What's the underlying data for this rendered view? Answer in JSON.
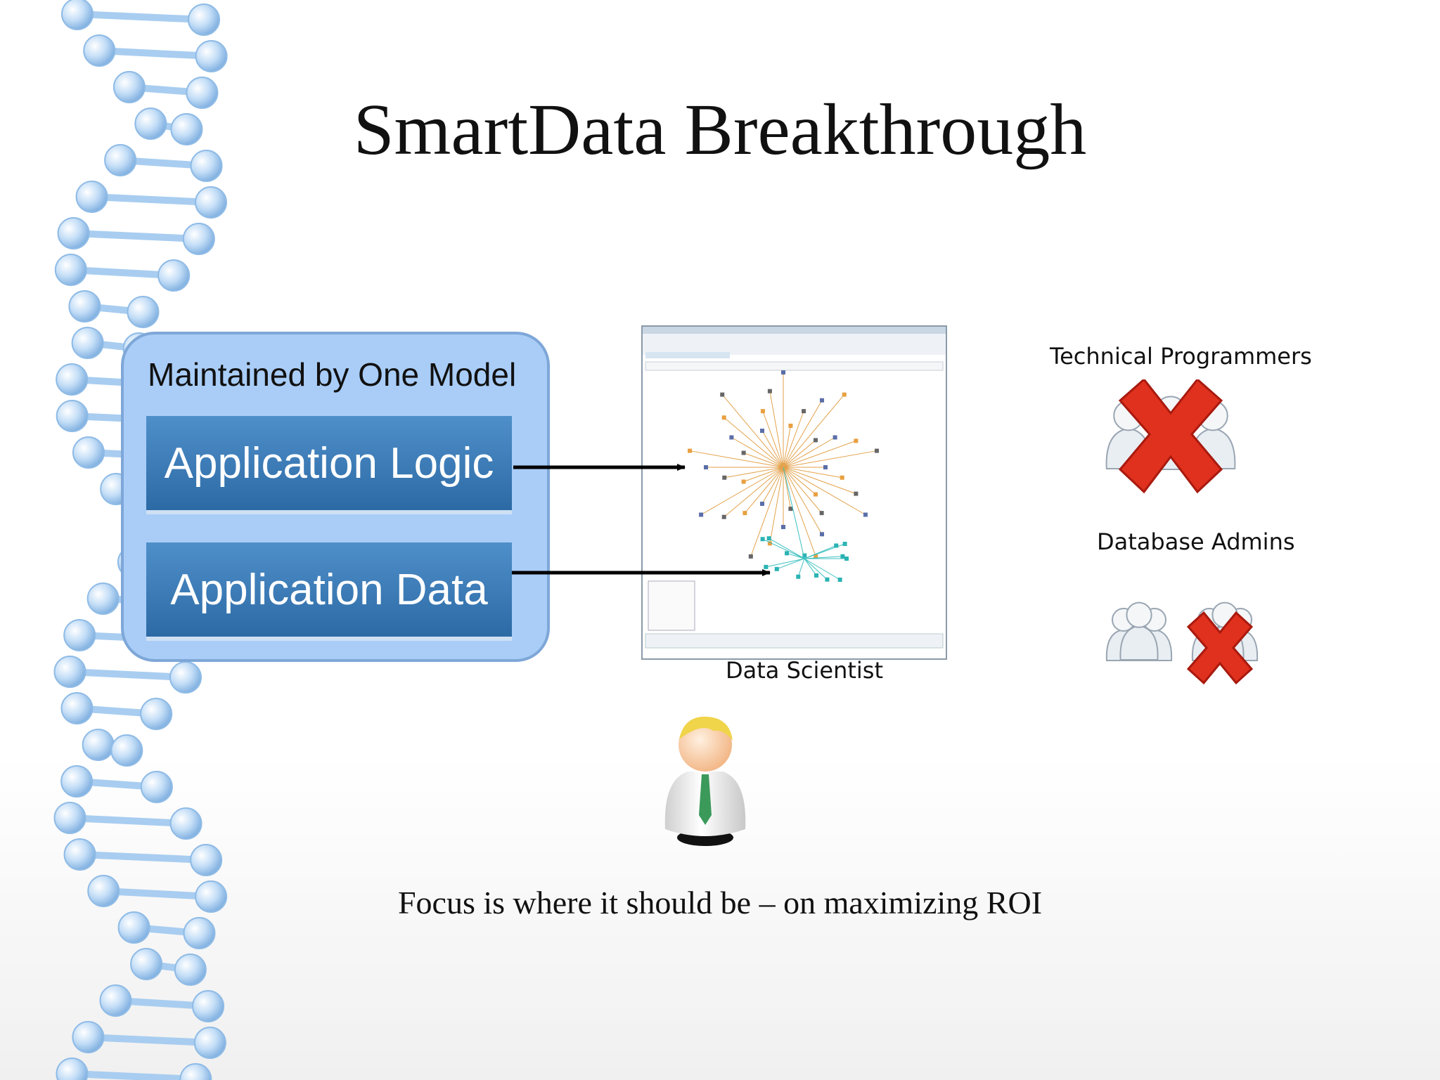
{
  "slide": {
    "title": "SmartData Breakthrough",
    "footer": "Focus is where it should be – on maximizing ROI"
  },
  "model_box": {
    "label": "Maintained by One Model",
    "items": [
      {
        "label": "Application Logic"
      },
      {
        "label": "Application Data"
      }
    ]
  },
  "roles": {
    "data_scientist": "Data Scientist",
    "technical_programmers": "Technical Programmers",
    "database_admins": "Database Admins"
  },
  "icons": {
    "dna": "dna-strand-icon",
    "scientist": "data-scientist-person-icon",
    "programmers": "people-group-icon",
    "admins": "people-group-icon",
    "rejected": "red-x-icon",
    "tool": "ontology-visualizer-screenshot"
  },
  "colors": {
    "model_box_fill": "#a9cdf7",
    "app_bar": "#3a78b5",
    "red_x": "#e0301e",
    "dna": "#9fc6ee"
  }
}
